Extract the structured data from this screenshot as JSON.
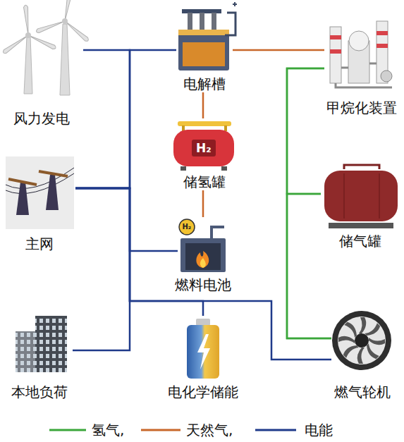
{
  "diagram": {
    "nodes": [
      {
        "text": [
          "风力发电"
        ]
      },
      {
        "text": [
          "电解槽"
        ]
      },
      {
        "text": [
          "甲烷化装置"
        ]
      },
      {
        "text": [
          "储氢罐"
        ]
      },
      {
        "text": [
          "主网"
        ]
      },
      {
        "text": [
          "燃料电池"
        ]
      },
      {
        "text": [
          "储气罐"
        ]
      },
      {
        "text": [
          "本地负荷"
        ]
      },
      {
        "text": [
          "电化学储能"
        ]
      },
      {
        "text": [
          "燃气轮机"
        ]
      }
    ],
    "edges": [
      {
        "from": 0,
        "to": 4,
        "arrow": "none"
      },
      {
        "from": 4,
        "to": 1,
        "arrow": "none"
      },
      {
        "from": 4,
        "to": 5,
        "arrow": "none"
      },
      {
        "from": 4,
        "to": 7,
        "arrow": "none"
      },
      {
        "from": 4,
        "to": 8,
        "arrow": "none"
      },
      {
        "from": 4,
        "to": 9,
        "arrow": "none"
      },
      {
        "from": 1,
        "to": 2,
        "arrow": "none"
      },
      {
        "from": 1,
        "to": 3,
        "arrow": "none"
      },
      {
        "from": 3,
        "to": 5,
        "arrow": "none"
      },
      {
        "from": 2,
        "to": 6,
        "arrow": "none"
      },
      {
        "from": 2,
        "to": 9,
        "arrow": "none"
      },
      {
        "from": 6,
        "to": 9,
        "arrow": "none"
      }
    ],
    "labels": [
      "H₂",
      "H₂"
    ],
    "legend": [
      {
        "text": "氢气,"
      },
      {
        "text": "天然气,"
      },
      {
        "text": "电能"
      }
    ]
  }
}
